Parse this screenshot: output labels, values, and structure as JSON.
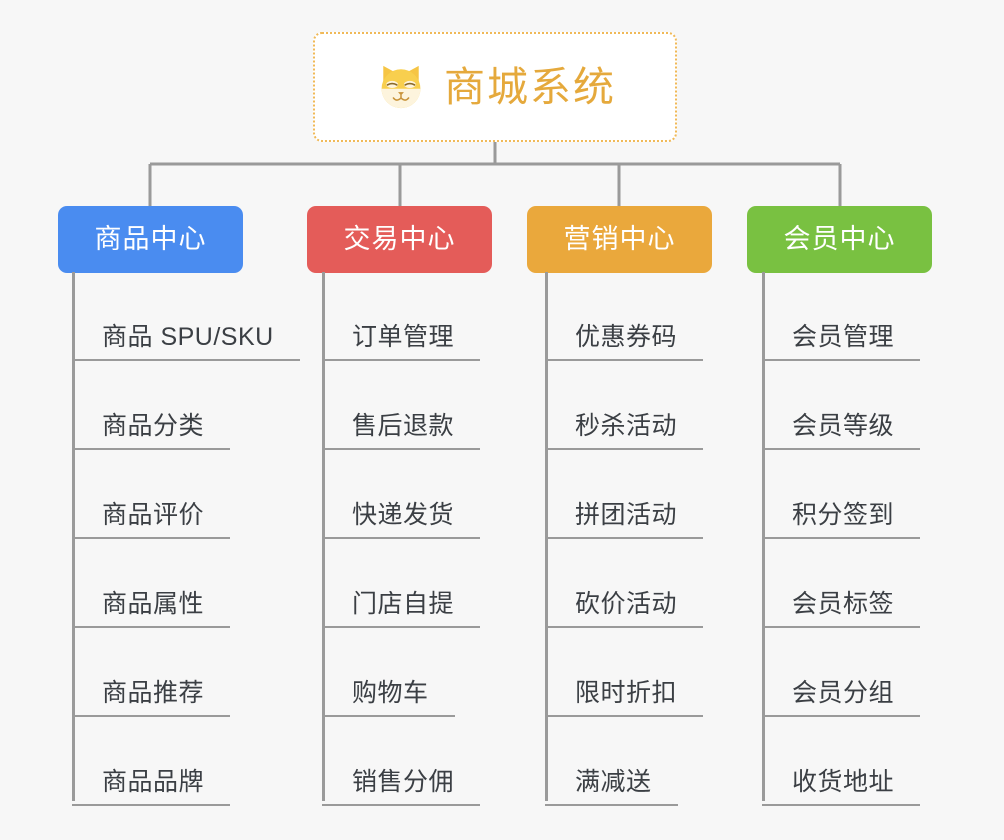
{
  "page": {
    "background_color": "#f7f7f7",
    "connector_color": "#9a9a9a"
  },
  "root": {
    "title": "商城系统",
    "icon": "shiba-dog-emoji",
    "text_color": "#e5a93c",
    "border_color": "#f0b957",
    "background_color": "#ffffff"
  },
  "branches": [
    {
      "id": "product-center",
      "label": "商品中心",
      "color": "#4a8cf0",
      "items": [
        "商品 SPU/SKU",
        "商品分类",
        "商品评价",
        "商品属性",
        "商品推荐",
        "商品品牌"
      ]
    },
    {
      "id": "trade-center",
      "label": "交易中心",
      "color": "#e45c59",
      "items": [
        "订单管理",
        "售后退款",
        "快递发货",
        "门店自提",
        "购物车",
        "销售分佣"
      ]
    },
    {
      "id": "marketing-center",
      "label": "营销中心",
      "color": "#eaa83c",
      "items": [
        "优惠券码",
        "秒杀活动",
        "拼团活动",
        "砍价活动",
        "限时折扣",
        "满减送"
      ]
    },
    {
      "id": "member-center",
      "label": "会员中心",
      "color": "#79c141",
      "items": [
        "会员管理",
        "会员等级",
        "积分签到",
        "会员标签",
        "会员分组",
        "收货地址"
      ]
    }
  ]
}
